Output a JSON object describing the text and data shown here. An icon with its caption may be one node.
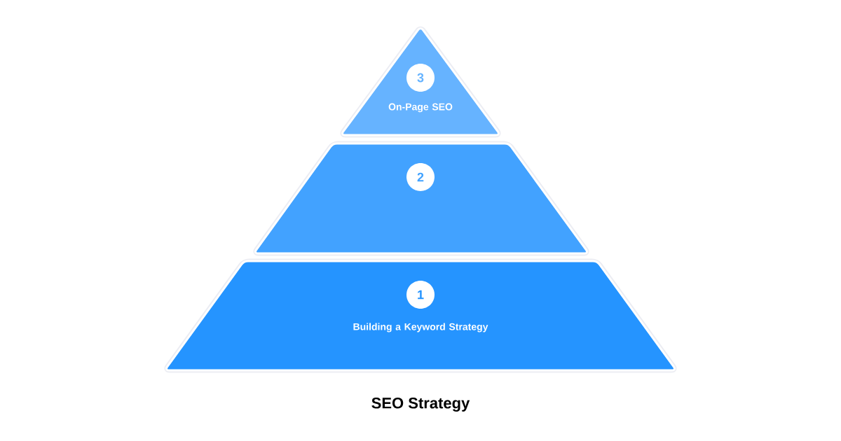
{
  "diagram": {
    "title": "SEO Strategy",
    "nodes": [
      {
        "text": [
          "On-Page SEO"
        ]
      },
      {
        "text": [
          "3"
        ],
        "in": 0
      },
      {
        "text": [],
        "shape": "trapezoid"
      },
      {
        "text": [
          "2"
        ],
        "in": 2
      },
      {
        "text": [
          "Building a Keyword Strategy"
        ]
      },
      {
        "text": [
          "1"
        ],
        "in": 4
      }
    ]
  }
}
